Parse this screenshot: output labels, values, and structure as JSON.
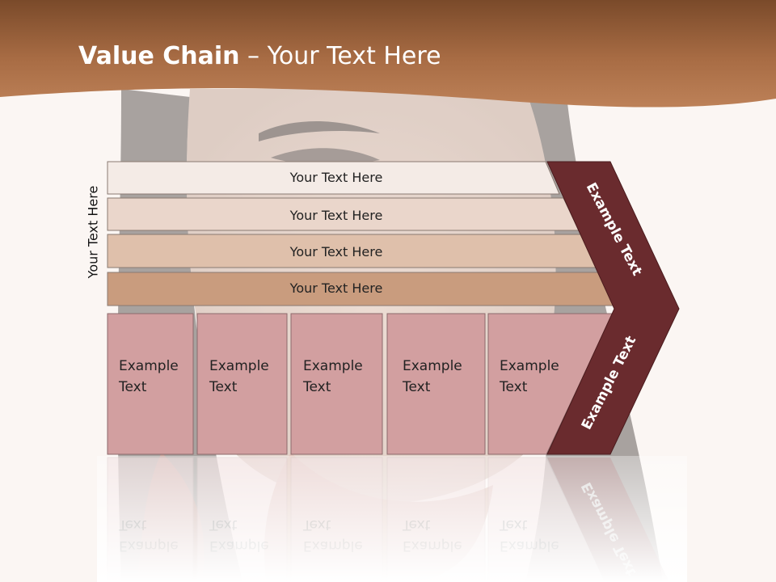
{
  "title": {
    "bold": "Value Chain",
    "rest": " – Your Text Here"
  },
  "side_label": "Your Text Here",
  "rows": [
    {
      "label": "Your Text Here",
      "color": "#f4ebe6"
    },
    {
      "label": "Your Text Here",
      "color": "#ead6cb"
    },
    {
      "label": "Your Text Here",
      "color": "#dfc0ab"
    },
    {
      "label": "Your Text Here",
      "color": "#c99c7e"
    }
  ],
  "boxes": [
    {
      "line1": "Example",
      "line2": "Text"
    },
    {
      "line1": "Example",
      "line2": "Text"
    },
    {
      "line1": "Example",
      "line2": "Text"
    },
    {
      "line1": "Example",
      "line2": "Text"
    },
    {
      "line1": "Example",
      "line2": "Text"
    }
  ],
  "chevron": {
    "upper": "Example Text",
    "lower": "Example Text"
  },
  "colors": {
    "banner": "#a86c44",
    "box_fill": "#d29fa0",
    "chevron_fill": "#6a2b2e",
    "background": "#fbf6f3"
  }
}
